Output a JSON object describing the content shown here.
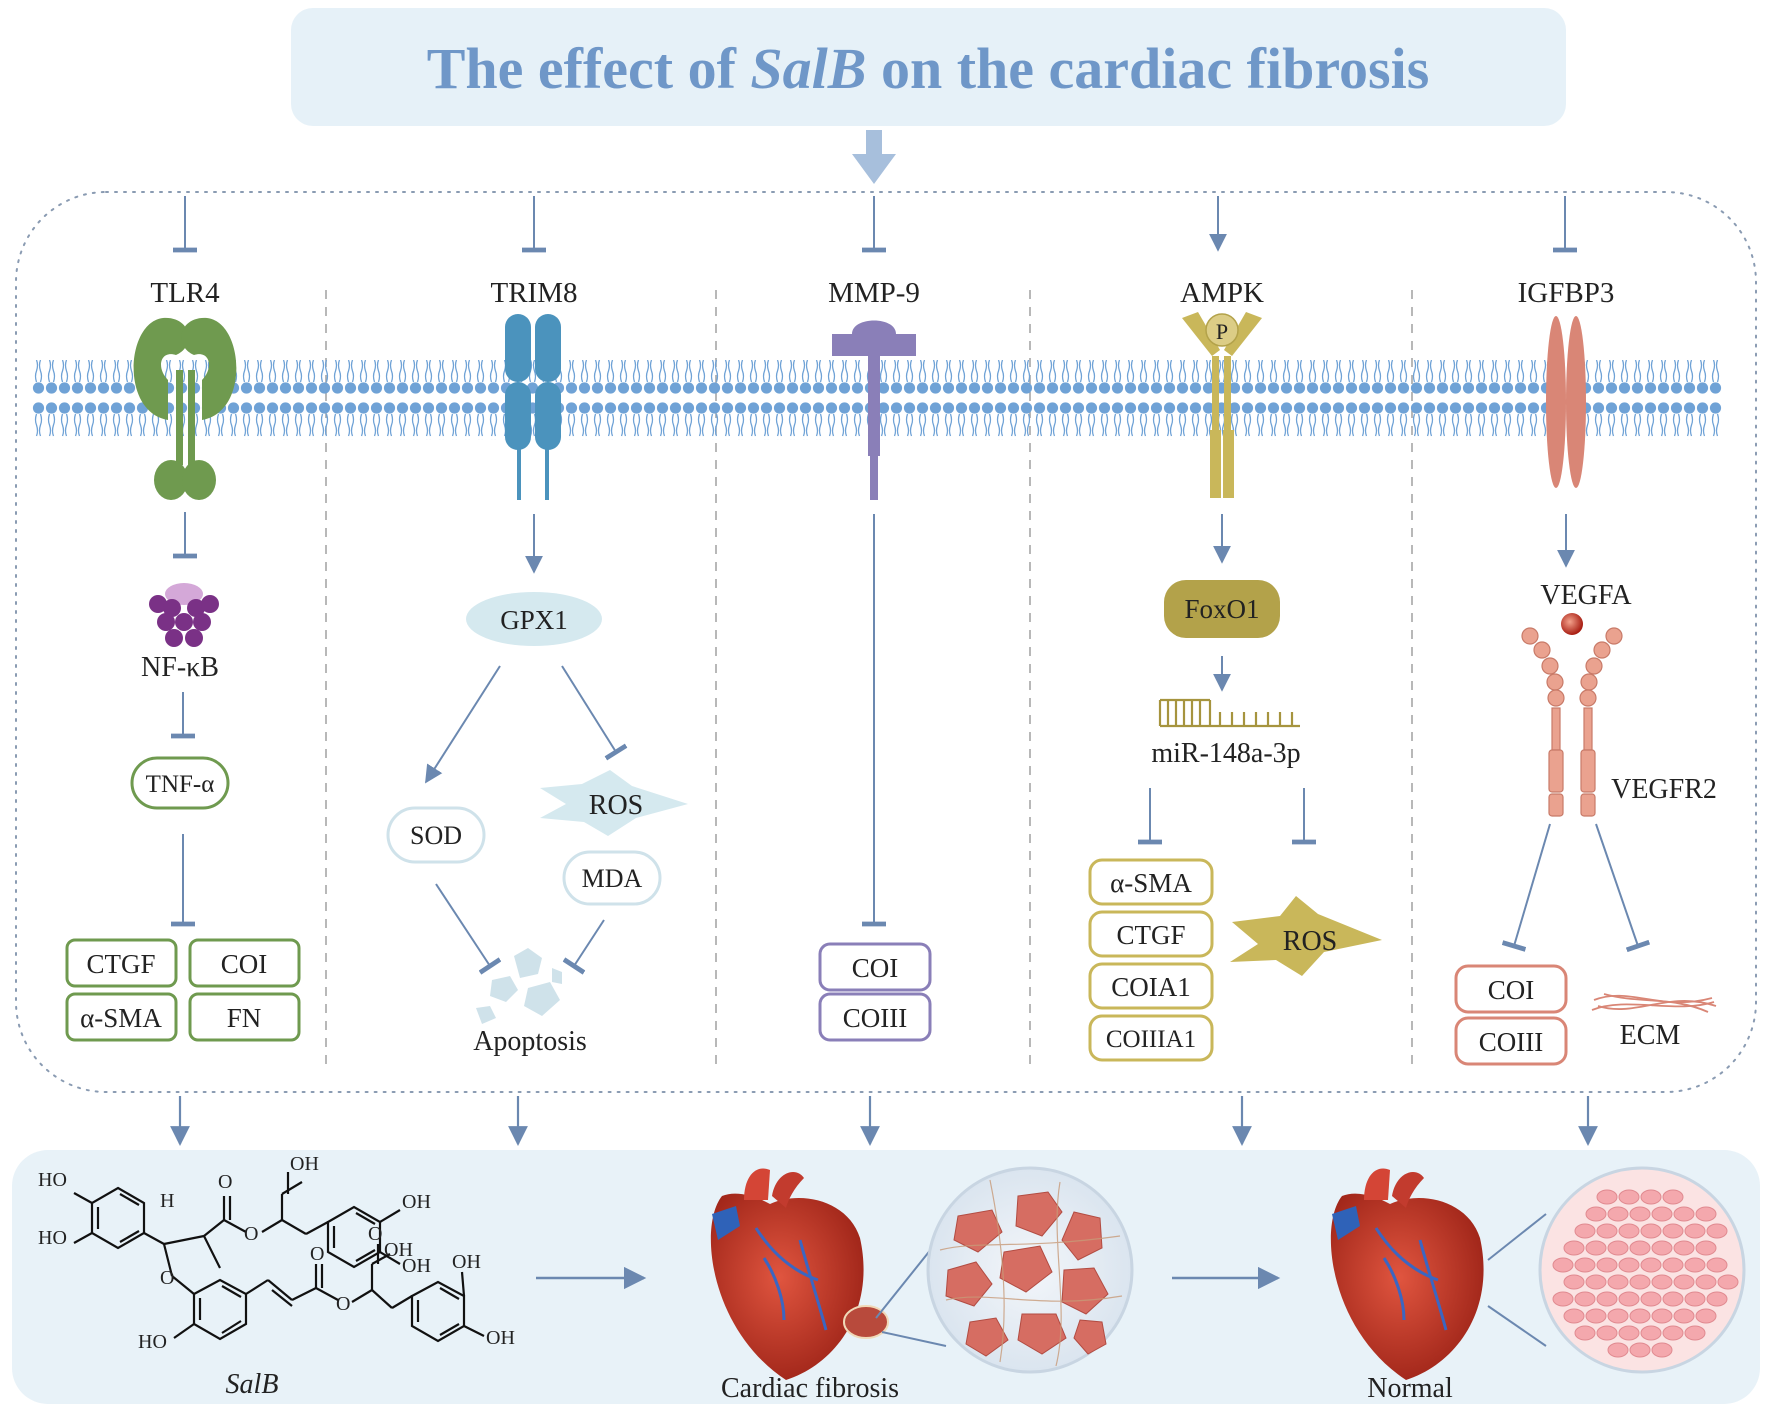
{
  "title": {
    "prefix": "The effect of ",
    "italic": "SalB",
    "suffix": " on the cardiac fibrosis"
  },
  "pathways": [
    {
      "receptor": "TLR4",
      "mediator": "NF-κB",
      "secondary": "TNF-α",
      "targets": [
        "CTGF",
        "COI",
        "α-SMA",
        "FN"
      ]
    },
    {
      "receptor": "TRIM8",
      "mediator": "GPX1",
      "left": "SOD",
      "right": "ROS",
      "right2": "MDA",
      "outcome": "Apoptosis"
    },
    {
      "receptor": "MMP-9",
      "targets": [
        "COI",
        "COIII"
      ]
    },
    {
      "receptor": "AMPK",
      "phospho": "P",
      "mediator": "FoxO1",
      "mirna": "miR-148a-3p",
      "targets": [
        "α-SMA",
        "CTGF",
        "COIA1",
        "COIIIA1"
      ],
      "ros": "ROS"
    },
    {
      "receptor": "IGFBP3",
      "ligand": "VEGFA",
      "receptor2": "VEGFR2",
      "targets": [
        "COI",
        "COIII"
      ],
      "ecm": "ECM"
    }
  ],
  "molecule": {
    "name": "SalB",
    "groups": [
      "HO",
      "HO",
      "H",
      "O",
      "O",
      "O",
      "OH",
      "OH",
      "OH",
      "HO",
      "O",
      "O",
      "O",
      "OH",
      "OH",
      "OH"
    ]
  },
  "bottom": {
    "fibrosis": "Cardiac fibrosis",
    "normal": "Normal"
  },
  "colors": {
    "title": "#6f97c8",
    "arrow": "#6b88b0",
    "tlr4": "#6f9a4f",
    "trim8": "#4b93bd",
    "mmp9": "#8a7fb8",
    "ampk": "#c9b75a",
    "foxo1": "#b3a24a",
    "igfbp3": "#d98676",
    "nfkb": "#8a3f8f",
    "membrane": "#6fa2d6"
  }
}
